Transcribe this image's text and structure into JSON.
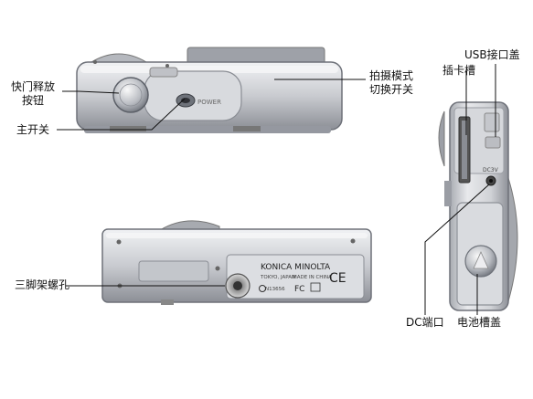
{
  "labels": {
    "shutter_release_line1": "快门释放",
    "shutter_release_line2": "按钮",
    "main_switch": "主开关",
    "mode_switch_line1": "拍摄模式",
    "mode_switch_line2": "切换开关",
    "usb_cover": "USB接口盖",
    "card_slot": "插卡槽",
    "tripod_socket": "三脚架螺孔",
    "dc_port": "DC端口",
    "battery_cover": "电池槽盖"
  },
  "camera_markings": {
    "brand": "KONICA MINOLTA",
    "origin_line1": "TOKYO, JAPAN",
    "origin_line2": "MADE IN CHINA",
    "fc_mark": "FC",
    "ce_mark": "CE",
    "model_code": "N13656",
    "dc_label": "DC3V",
    "power_label": "POWER"
  },
  "colors": {
    "metal_light": "#e6e7ea",
    "metal_mid": "#c3c5ca",
    "metal_dark": "#7d8087",
    "leader_line": "#111111"
  }
}
